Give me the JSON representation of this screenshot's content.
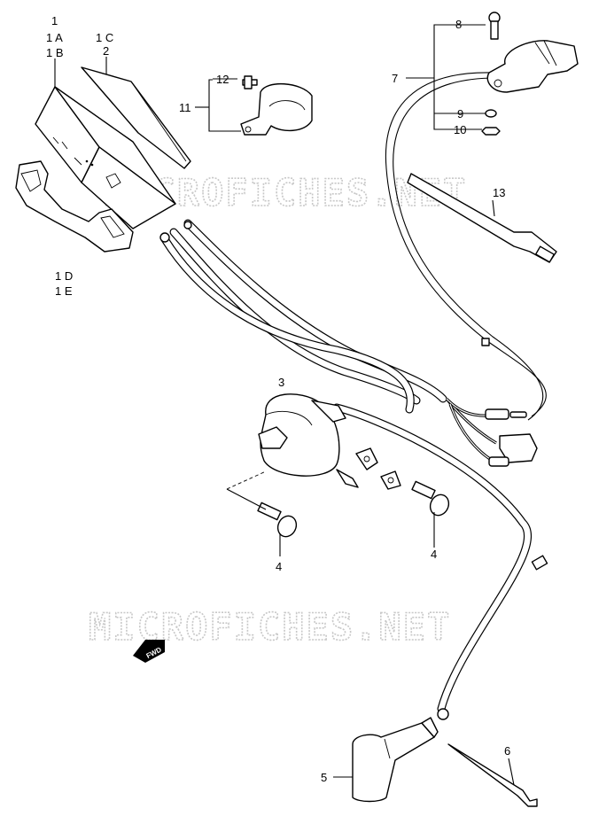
{
  "watermark": "MICROFICHES.NET",
  "direction_label": "FWD",
  "callouts": {
    "c1": "1",
    "c1a": "1 A",
    "c1b": "1 B",
    "c1c": "1 C",
    "c2": "2",
    "c1d": "1 D",
    "c1e": "1 E",
    "c3": "3",
    "c4_left": "4",
    "c4_right": "4",
    "c5": "5",
    "c6": "6",
    "c7": "7",
    "c8": "8",
    "c9": "9",
    "c10": "10",
    "c11": "11",
    "c12": "12",
    "c13": "13"
  }
}
